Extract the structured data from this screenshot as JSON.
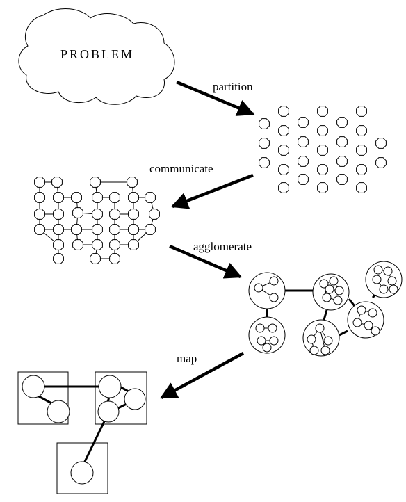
{
  "diagram": {
    "cloud_label": "PROBLEM",
    "steps": {
      "partition": "partition",
      "communicate": "communicate",
      "agglomerate": "agglomerate",
      "map": "map"
    }
  }
}
